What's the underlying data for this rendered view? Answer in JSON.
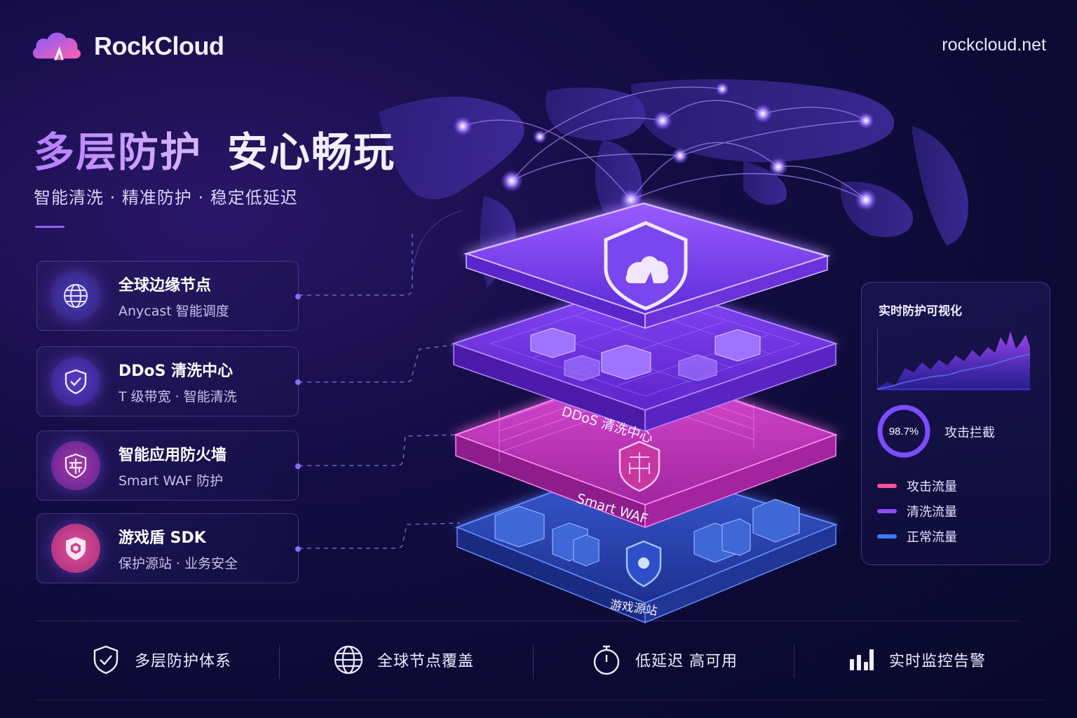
{
  "brand": {
    "name": "RockCloud",
    "url": "rockcloud.net"
  },
  "hero": {
    "title_a": "多层防护",
    "title_b": "安心畅玩",
    "subtitle": "智能清洗 · 精准防护 · 稳定低延迟"
  },
  "features": [
    {
      "title": "全球边缘节点",
      "desc": "Anycast 智能调度",
      "icon": "globe-icon"
    },
    {
      "title": "DDoS 清洗中心",
      "desc": "T 级带宽 · 智能清洗",
      "icon": "shield-check-icon"
    },
    {
      "title": "智能应用防火墙",
      "desc": "Smart WAF 防护",
      "icon": "firewall-shield-icon"
    },
    {
      "title": "游戏盾 SDK",
      "desc": "保护源站 · 业务安全",
      "icon": "hex-shield-icon"
    }
  ],
  "layers": {
    "ddos": "DDoS 清洗中心",
    "waf": "Smart WAF",
    "origin": "游戏源站"
  },
  "panel": {
    "title": "实时防护可视化",
    "block_rate": "98.7%",
    "block_rate_value": 0.987,
    "block_caption": "攻击拦截",
    "legend": [
      {
        "label": "攻击流量",
        "color": "#ff4f9a"
      },
      {
        "label": "清洗流量",
        "color": "#8a4dff"
      },
      {
        "label": "正常流量",
        "color": "#3b7cff"
      }
    ]
  },
  "bottom": [
    {
      "label": "多层防护体系",
      "icon": "shield-check-icon"
    },
    {
      "label": "全球节点覆盖",
      "icon": "globe-icon"
    },
    {
      "label": "低延迟 高可用",
      "icon": "stopwatch-icon"
    },
    {
      "label": "实时监控告警",
      "icon": "bar-chart-icon"
    }
  ],
  "colors": {
    "accent": "#9b5cff",
    "pink": "#ff4f9a",
    "blue": "#3b7cff",
    "bg": "#0c0a33"
  }
}
